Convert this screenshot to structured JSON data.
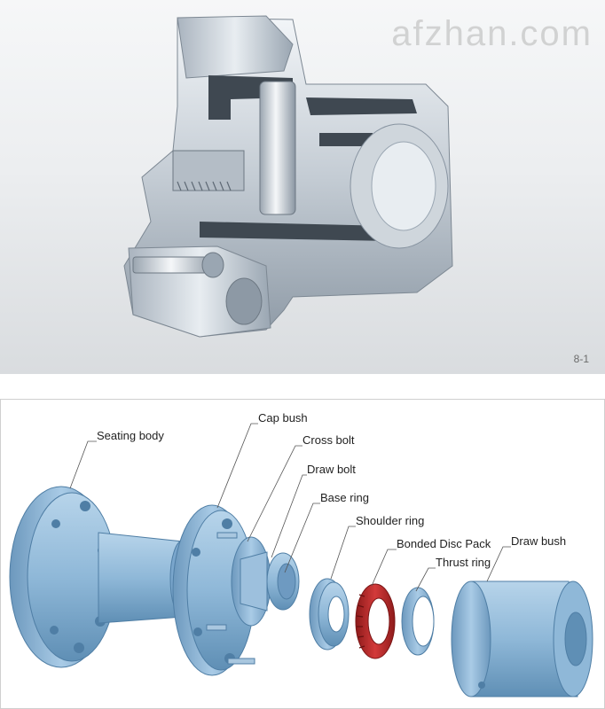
{
  "photo": {
    "watermark": "afzhan.com",
    "figure_number": "8-1"
  },
  "diagram": {
    "labels": [
      "Seating body",
      "Cap bush",
      "Cross bolt",
      "Draw bolt",
      "Base ring",
      "Shoulder ring",
      "Bonded Disc Pack",
      "Thrust ring",
      "Draw bush"
    ]
  },
  "colors": {
    "part_blue": "#8fb8d8",
    "part_blue_dark": "#5f8fb5",
    "disc_red": "#c62828",
    "metal": "#c9ced3"
  }
}
